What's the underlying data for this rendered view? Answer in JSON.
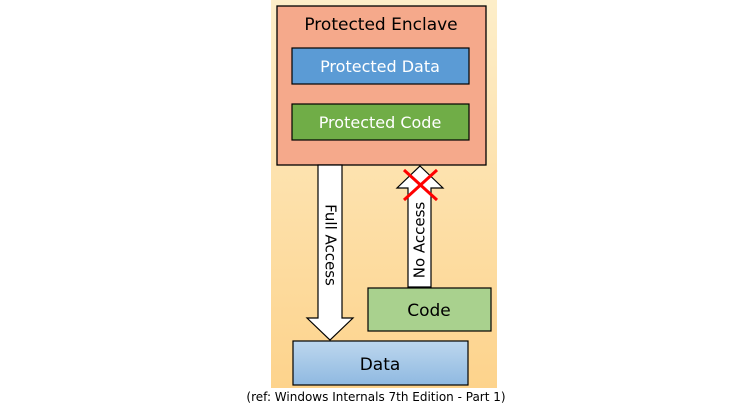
{
  "enclave": {
    "title": "Protected Enclave",
    "protected_data": "Protected Data",
    "protected_code": "Protected Code"
  },
  "arrows": {
    "full_access": "Full Access",
    "no_access": "No Access"
  },
  "boxes": {
    "code": "Code",
    "data": "Data"
  },
  "caption": "(ref: Windows Internals 7th Edition - Part 1)",
  "colors": {
    "background_gradient_top": "#fdeec9",
    "background_gradient_bottom": "#fdd38c",
    "enclave_fill": "#f5a98b",
    "protected_data_fill": "#5b9bd5",
    "protected_code_fill": "#70ad47",
    "code_fill": "#a9d18e",
    "data_fill": "#9dc3e6",
    "cross": "#ff0000"
  },
  "icons": [
    "cross-mark-icon"
  ]
}
